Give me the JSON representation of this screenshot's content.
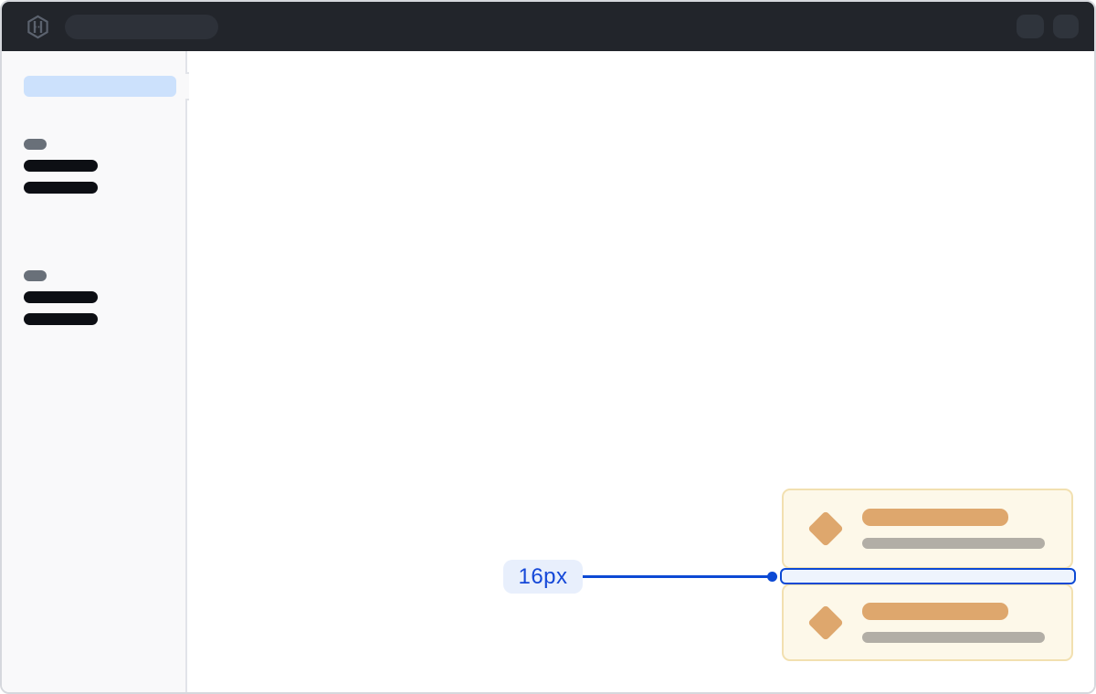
{
  "annotation": {
    "spacing_label": "16px"
  },
  "icons": {
    "logo": "hashicorp-logo-icon"
  },
  "topbar": {
    "skeleton_elements": [
      "search-pill-skeleton",
      "action-pill-skeleton",
      "action-pill-skeleton"
    ]
  },
  "sidebar": {
    "skeleton_groups": [
      {
        "label_skeleton": true,
        "item_skeletons": 2
      },
      {
        "label_skeleton": true,
        "item_skeletons": 2
      }
    ],
    "active_item_skeleton": true
  },
  "cards": [
    {
      "icon_skeleton": "diamond",
      "title_skeleton": true,
      "text_skeleton": true
    },
    {
      "icon_skeleton": "diamond",
      "title_skeleton": true,
      "text_skeleton": true
    }
  ],
  "colors": {
    "frame_border": "#d6d8dd",
    "topbar_bg": "#22252b",
    "topbar_skeleton": "#2d3139",
    "topbar_skeleton_btn": "#2f343c",
    "logo_gray": "#5b626e",
    "sidebar_bg": "#f9f9fa",
    "sidebar_border": "#e2e4e9",
    "sidebar_active_skeleton": "#cce1fc",
    "sidebar_label_skeleton": "#697079",
    "sidebar_item_skeleton": "#0d0f14",
    "card_bg": "#fdf8e9",
    "card_border": "#f2e0b0",
    "card_accent": "#dea76d",
    "card_text_skeleton": "#b2aea6",
    "annotation_blue": "#0c49d4",
    "annotation_fill": "#eef4fd",
    "annotation_pill_bg": "#e8effc",
    "annotation_text": "#1548d8"
  }
}
